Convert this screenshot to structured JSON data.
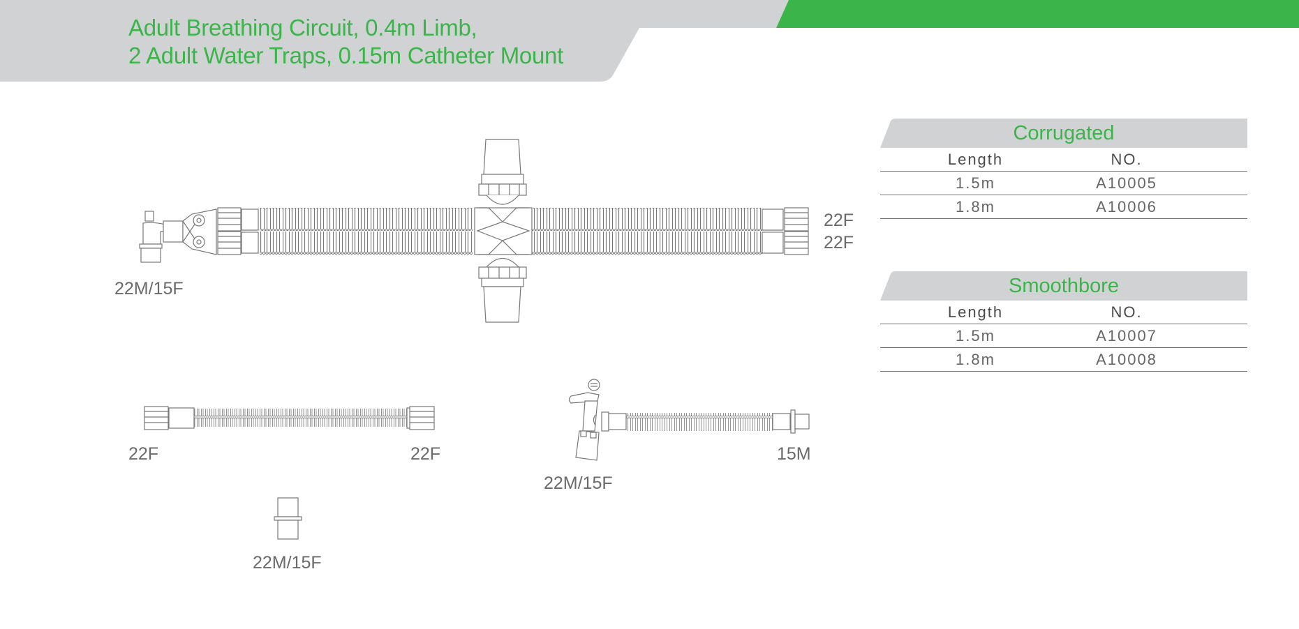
{
  "header": {
    "title_line1": "Adult Breathing Circuit, 0.4m Limb,",
    "title_line2": "2 Adult Water Traps, 0.15m Catheter Mount",
    "accent_color": "#3bb54a",
    "band_color": "#d1d2d4"
  },
  "diagram": {
    "main_circuit": {
      "left_label": "22M/15F",
      "right_label_top": "22F",
      "right_label_bottom": "22F"
    },
    "extension_tube": {
      "left_label": "22F",
      "right_label": "22F"
    },
    "catheter_mount": {
      "left_label": "22M/15F",
      "right_label": "15M"
    },
    "adapter": {
      "label": "22M/15F"
    }
  },
  "tables": [
    {
      "title": "Corrugated",
      "columns": [
        "Length",
        "NO."
      ],
      "rows": [
        [
          "1.5m",
          "A10005"
        ],
        [
          "1.8m",
          "A10006"
        ]
      ]
    },
    {
      "title": "Smoothbore",
      "columns": [
        "Length",
        "NO."
      ],
      "rows": [
        [
          "1.5m",
          "A10007"
        ],
        [
          "1.8m",
          "A10008"
        ]
      ]
    }
  ]
}
